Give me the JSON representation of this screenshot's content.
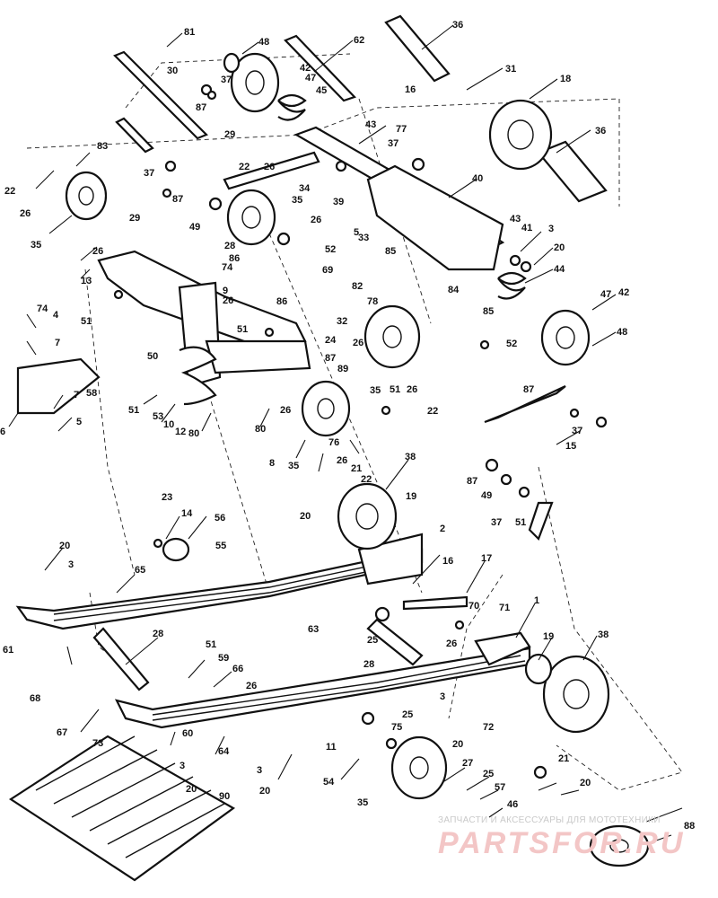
{
  "diagram": {
    "callouts": [
      {
        "id": "c81",
        "text": "81"
      },
      {
        "id": "c48a",
        "text": "48"
      },
      {
        "id": "c62",
        "text": "62"
      },
      {
        "id": "c36a",
        "text": "36"
      },
      {
        "id": "c30",
        "text": "30"
      },
      {
        "id": "c37a",
        "text": "37"
      },
      {
        "id": "c42a",
        "text": "42"
      },
      {
        "id": "c47a",
        "text": "47"
      },
      {
        "id": "c45",
        "text": "45"
      },
      {
        "id": "c87a",
        "text": "87"
      },
      {
        "id": "c31",
        "text": "31"
      },
      {
        "id": "c18",
        "text": "18"
      },
      {
        "id": "c16a",
        "text": "16"
      },
      {
        "id": "c77",
        "text": "77"
      },
      {
        "id": "c37b",
        "text": "37"
      },
      {
        "id": "c36b",
        "text": "36"
      },
      {
        "id": "c83",
        "text": "83"
      },
      {
        "id": "c29a",
        "text": "29"
      },
      {
        "id": "c43a",
        "text": "43"
      },
      {
        "id": "c22a",
        "text": "22"
      },
      {
        "id": "c26a",
        "text": "26"
      },
      {
        "id": "c37c",
        "text": "37"
      },
      {
        "id": "c34",
        "text": "34"
      },
      {
        "id": "c40",
        "text": "40"
      },
      {
        "id": "c22b",
        "text": "22"
      },
      {
        "id": "c26b",
        "text": "26"
      },
      {
        "id": "c87b",
        "text": "87"
      },
      {
        "id": "c35a",
        "text": "35"
      },
      {
        "id": "c29b",
        "text": "29"
      },
      {
        "id": "c49a",
        "text": "49"
      },
      {
        "id": "c39",
        "text": "39"
      },
      {
        "id": "c26c",
        "text": "26"
      },
      {
        "id": "c43b",
        "text": "43"
      },
      {
        "id": "c3a",
        "text": "3"
      },
      {
        "id": "c35b",
        "text": "35"
      },
      {
        "id": "c26d",
        "text": "26"
      },
      {
        "id": "c28a",
        "text": "28"
      },
      {
        "id": "c5a",
        "text": "5"
      },
      {
        "id": "c33",
        "text": "33"
      },
      {
        "id": "c52a",
        "text": "52"
      },
      {
        "id": "c85a",
        "text": "85"
      },
      {
        "id": "c41",
        "text": "41"
      },
      {
        "id": "c20a",
        "text": "20"
      },
      {
        "id": "c74a",
        "text": "74"
      },
      {
        "id": "c86a",
        "text": "86"
      },
      {
        "id": "c69",
        "text": "69"
      },
      {
        "id": "c44",
        "text": "44"
      },
      {
        "id": "c13",
        "text": "13"
      },
      {
        "id": "c9",
        "text": "9"
      },
      {
        "id": "c82",
        "text": "82"
      },
      {
        "id": "c74b",
        "text": "74"
      },
      {
        "id": "c86b",
        "text": "86"
      },
      {
        "id": "c78",
        "text": "78"
      },
      {
        "id": "c84",
        "text": "84"
      },
      {
        "id": "c47b",
        "text": "47"
      },
      {
        "id": "c42b",
        "text": "42"
      },
      {
        "id": "c26e",
        "text": "26"
      },
      {
        "id": "c32",
        "text": "32"
      },
      {
        "id": "c85b",
        "text": "85"
      },
      {
        "id": "c4",
        "text": "4"
      },
      {
        "id": "c51a",
        "text": "51"
      },
      {
        "id": "c24",
        "text": "24"
      },
      {
        "id": "c51b",
        "text": "51"
      },
      {
        "id": "c26f",
        "text": "26"
      },
      {
        "id": "c7a",
        "text": "7"
      },
      {
        "id": "c50a",
        "text": "50"
      },
      {
        "id": "c52b",
        "text": "52"
      },
      {
        "id": "c48b",
        "text": "48"
      },
      {
        "id": "c87c",
        "text": "87"
      },
      {
        "id": "c89",
        "text": "89"
      },
      {
        "id": "c35c",
        "text": "35"
      },
      {
        "id": "c26g",
        "text": "26"
      },
      {
        "id": "c51c",
        "text": "51"
      },
      {
        "id": "c87d",
        "text": "87"
      },
      {
        "id": "c7b",
        "text": "7"
      },
      {
        "id": "c58",
        "text": "58"
      },
      {
        "id": "c26h",
        "text": "26"
      },
      {
        "id": "c22c",
        "text": "22"
      },
      {
        "id": "c51d",
        "text": "51"
      },
      {
        "id": "c53",
        "text": "53"
      },
      {
        "id": "c6",
        "text": "6"
      },
      {
        "id": "c10",
        "text": "10"
      },
      {
        "id": "c12",
        "text": "12"
      },
      {
        "id": "c80a",
        "text": "80"
      },
      {
        "id": "c80b",
        "text": "80"
      },
      {
        "id": "c37d",
        "text": "37"
      },
      {
        "id": "c15",
        "text": "15"
      },
      {
        "id": "c5b",
        "text": "5"
      },
      {
        "id": "c76",
        "text": "76"
      },
      {
        "id": "c26i",
        "text": "26"
      },
      {
        "id": "c8",
        "text": "8"
      },
      {
        "id": "c87e",
        "text": "87"
      },
      {
        "id": "c35d",
        "text": "35"
      },
      {
        "id": "c38a",
        "text": "38"
      },
      {
        "id": "c21a",
        "text": "21"
      },
      {
        "id": "c22d",
        "text": "22"
      },
      {
        "id": "c49b",
        "text": "49"
      },
      {
        "id": "c20b",
        "text": "20"
      },
      {
        "id": "c37e",
        "text": "37"
      },
      {
        "id": "c51e",
        "text": "51"
      },
      {
        "id": "c23",
        "text": "23"
      },
      {
        "id": "c14",
        "text": "14"
      },
      {
        "id": "c19a",
        "text": "19"
      },
      {
        "id": "c56",
        "text": "56"
      },
      {
        "id": "c2",
        "text": "2"
      },
      {
        "id": "c20c",
        "text": "20"
      },
      {
        "id": "c55",
        "text": "55"
      },
      {
        "id": "c3b",
        "text": "3"
      },
      {
        "id": "c65",
        "text": "65"
      },
      {
        "id": "c16b",
        "text": "16"
      },
      {
        "id": "c17",
        "text": "17"
      },
      {
        "id": "c1",
        "text": "1"
      },
      {
        "id": "c61",
        "text": "61"
      },
      {
        "id": "c51f",
        "text": "51"
      },
      {
        "id": "c70",
        "text": "70"
      },
      {
        "id": "c71",
        "text": "71"
      },
      {
        "id": "c25a",
        "text": "25"
      },
      {
        "id": "c28b",
        "text": "28"
      },
      {
        "id": "c63",
        "text": "63"
      },
      {
        "id": "c26j",
        "text": "26"
      },
      {
        "id": "c38b",
        "text": "38"
      },
      {
        "id": "c19b",
        "text": "19"
      },
      {
        "id": "c28c",
        "text": "28"
      },
      {
        "id": "c59",
        "text": "59"
      },
      {
        "id": "c66",
        "text": "66"
      },
      {
        "id": "c68",
        "text": "68"
      },
      {
        "id": "c26k",
        "text": "26"
      },
      {
        "id": "c3c",
        "text": "3"
      },
      {
        "id": "c25b",
        "text": "25"
      },
      {
        "id": "c67",
        "text": "67"
      },
      {
        "id": "c75",
        "text": "75"
      },
      {
        "id": "c72",
        "text": "72"
      },
      {
        "id": "c60",
        "text": "60"
      },
      {
        "id": "c11",
        "text": "11"
      },
      {
        "id": "c20d",
        "text": "20"
      },
      {
        "id": "c73",
        "text": "73"
      },
      {
        "id": "c64",
        "text": "64"
      },
      {
        "id": "c3d",
        "text": "3"
      },
      {
        "id": "c3e",
        "text": "3"
      },
      {
        "id": "c27",
        "text": "27"
      },
      {
        "id": "c21b",
        "text": "21"
      },
      {
        "id": "c20e",
        "text": "20"
      },
      {
        "id": "c20f",
        "text": "20"
      },
      {
        "id": "c54",
        "text": "54"
      },
      {
        "id": "c25c",
        "text": "25"
      },
      {
        "id": "c20g",
        "text": "20"
      },
      {
        "id": "c57",
        "text": "57"
      },
      {
        "id": "c35e",
        "text": "35"
      },
      {
        "id": "c90",
        "text": "90"
      },
      {
        "id": "c46",
        "text": "46"
      },
      {
        "id": "c88",
        "text": "88"
      }
    ]
  },
  "watermark": {
    "caption": "ЗАПЧАСТИ И АКСЕССУАРЫ ДЛЯ МОТОТЕХНИКИ",
    "logo_text": "PARTSFOR.RU"
  }
}
